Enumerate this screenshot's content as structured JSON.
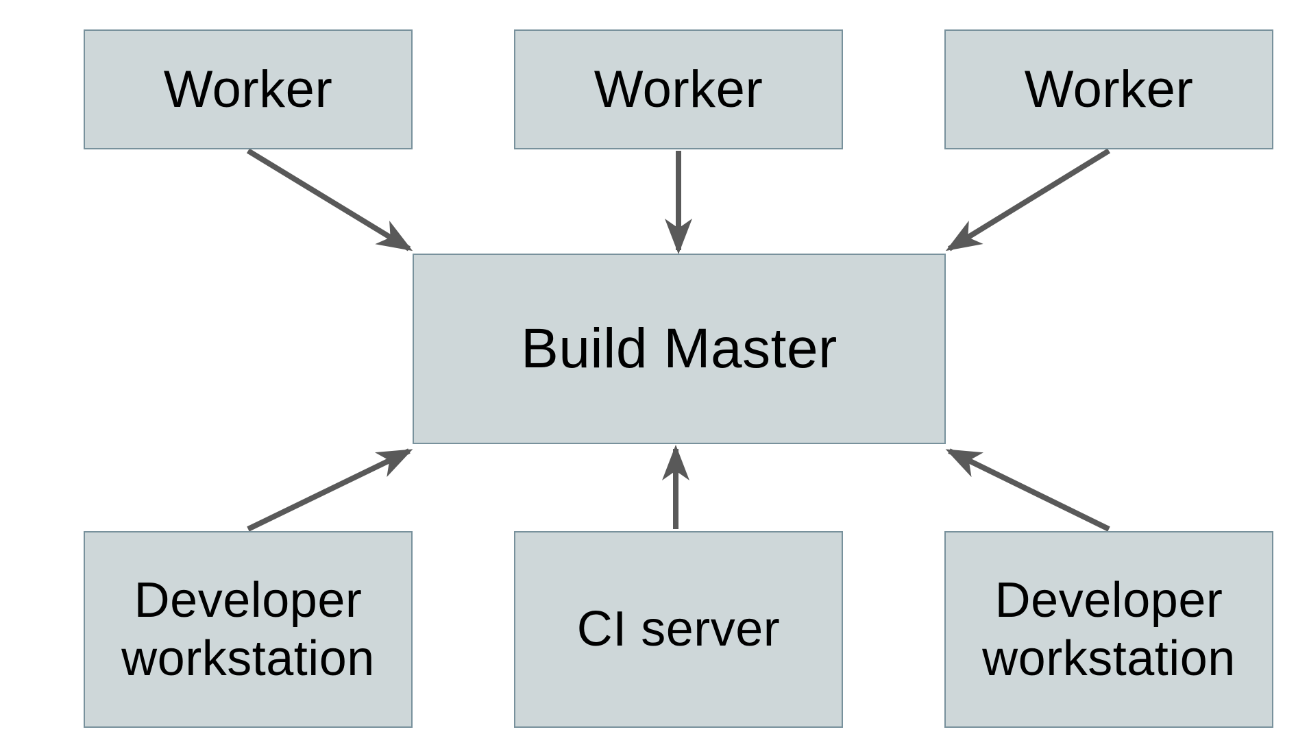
{
  "diagram": {
    "nodes": [
      {
        "id": "worker-1",
        "label": "Worker",
        "row": "top"
      },
      {
        "id": "worker-2",
        "label": "Worker",
        "row": "top"
      },
      {
        "id": "worker-3",
        "label": "Worker",
        "row": "top"
      },
      {
        "id": "build-master",
        "label": "Build Master",
        "row": "middle"
      },
      {
        "id": "dev-ws-1",
        "label": "Developer workstation",
        "row": "bottom"
      },
      {
        "id": "ci-server",
        "label": "CI server",
        "row": "bottom"
      },
      {
        "id": "dev-ws-2",
        "label": "Developer workstation",
        "row": "bottom"
      }
    ],
    "edges": [
      {
        "from": "worker-1",
        "to": "build-master"
      },
      {
        "from": "worker-2",
        "to": "build-master"
      },
      {
        "from": "worker-3",
        "to": "build-master"
      },
      {
        "from": "dev-ws-1",
        "to": "build-master"
      },
      {
        "from": "ci-server",
        "to": "build-master"
      },
      {
        "from": "dev-ws-2",
        "to": "build-master"
      }
    ],
    "colors": {
      "background": "#ffffff",
      "node_fill": "#ced7d9",
      "node_border": "#78919c",
      "arrow": "#595959",
      "text": "#000000"
    }
  }
}
